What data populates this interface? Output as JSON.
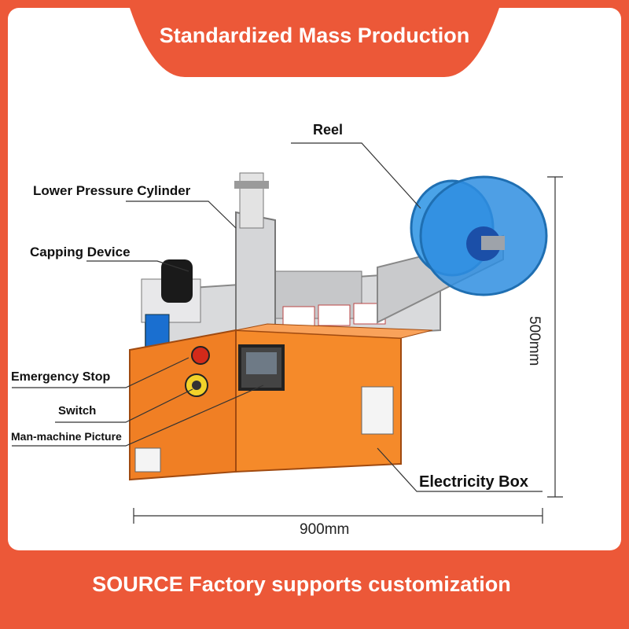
{
  "header": {
    "title": "Standardized Mass Production"
  },
  "footer": {
    "text": "SOURCE Factory supports customization"
  },
  "labels": {
    "reel": "Reel",
    "lower_pressure_cylinder": "Lower Pressure Cylinder",
    "capping_device": "Capping Device",
    "emergency_stop": "Emergency Stop",
    "switch": "Switch",
    "man_machine_picture": "Man-machine Picture",
    "electricity_box": "Electricity Box"
  },
  "dimensions": {
    "height": "500mm",
    "width": "900mm"
  },
  "colors": {
    "brand_red": "#ec5838",
    "machine_orange": "#f58a2a",
    "reel_blue": "#2f8ee0"
  }
}
